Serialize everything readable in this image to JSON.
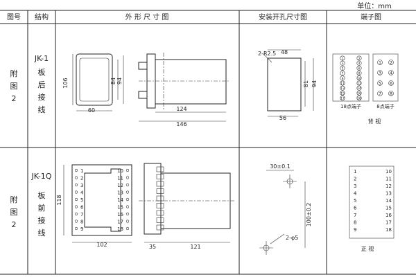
{
  "unit_label": "单位：mm",
  "header": {
    "fig_no": "图号",
    "structure": "结构",
    "outline": "外 形 尺 寸 图",
    "mount_hole": "安装开孔尺寸图",
    "terminal": "端子图"
  },
  "row1": {
    "fig": [
      "附",
      "图",
      "2"
    ],
    "model": "JK-1",
    "structure_chars": [
      "板",
      "后",
      "接",
      "线"
    ],
    "outline_dims": {
      "height_106": "106",
      "height_84": "84",
      "height_94": "94",
      "width_60": "60",
      "len_124": "124",
      "len_146": "146"
    },
    "mount_dims": {
      "radius": "2-R2.5",
      "w48": "48",
      "h81": "81",
      "h94": "94",
      "w56": "56"
    },
    "terminal_labels": {
      "t18": "18点端子",
      "t8": "8点端子",
      "view": "背  视"
    },
    "t18_left": [
      "1",
      "3",
      "5",
      "7",
      "9",
      "11",
      "13",
      "15",
      "17"
    ],
    "t18_right": [
      "2",
      "4",
      "6",
      "8",
      "10",
      "12",
      "14",
      "16",
      "18"
    ],
    "t8": [
      "1",
      "2",
      "3",
      "4",
      "5",
      "6",
      "7",
      "8"
    ]
  },
  "row2": {
    "fig": [
      "附",
      "图",
      "2"
    ],
    "model": "JK-1Q",
    "structure_chars": [
      "板",
      "前",
      "接",
      "线"
    ],
    "outline_dims": {
      "h118": "118",
      "w102": "102",
      "w35": "35",
      "w121": "121"
    },
    "left_terminals": [
      "1",
      "2",
      "3",
      "4",
      "5",
      "6",
      "7",
      "8",
      "9"
    ],
    "right_terminals": [
      "10",
      "11",
      "12",
      "13",
      "14",
      "15",
      "16",
      "17",
      "18"
    ],
    "mount_dims": {
      "w30": "30±0.1",
      "h100": "100±0.2",
      "holes": "2-φ5"
    },
    "terminal_left": [
      "1",
      "2",
      "3",
      "4",
      "5",
      "6",
      "7",
      "8",
      "9"
    ],
    "terminal_right": [
      "10",
      "11",
      "12",
      "13",
      "14",
      "15",
      "16",
      "17",
      "18"
    ],
    "view": "正  视"
  }
}
